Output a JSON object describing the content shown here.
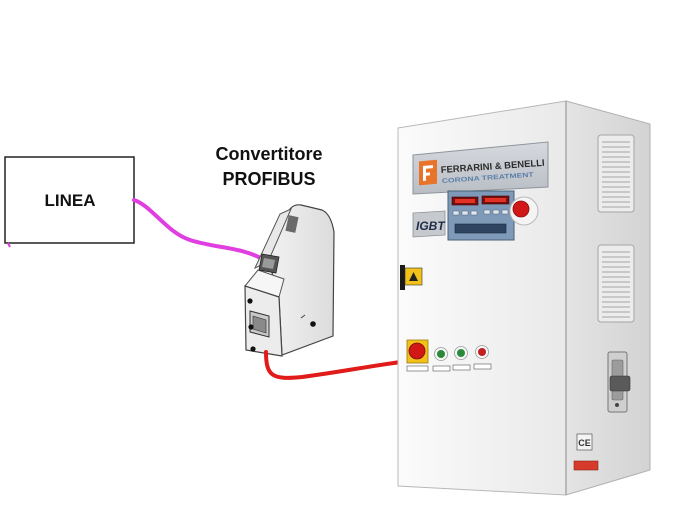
{
  "linea_box": {
    "label": "LINEA"
  },
  "converter": {
    "label_line1": "Convertitore",
    "label_line2": "PROFIBUS"
  },
  "cabinet": {
    "brand": "FERRARINI & BENELLI",
    "brand_subtitle": "CORONA TREATMENT",
    "model_label": "IGBT",
    "ce_mark": "CE"
  },
  "cables": {
    "linea_to_converter_color": "#e03ee0",
    "converter_to_cabinet_color": "#e11a1a"
  },
  "icons": [
    "emergency-stop-icon",
    "push-button-icon",
    "vent-grille-icon",
    "door-handle-icon",
    "control-knob-icon"
  ]
}
